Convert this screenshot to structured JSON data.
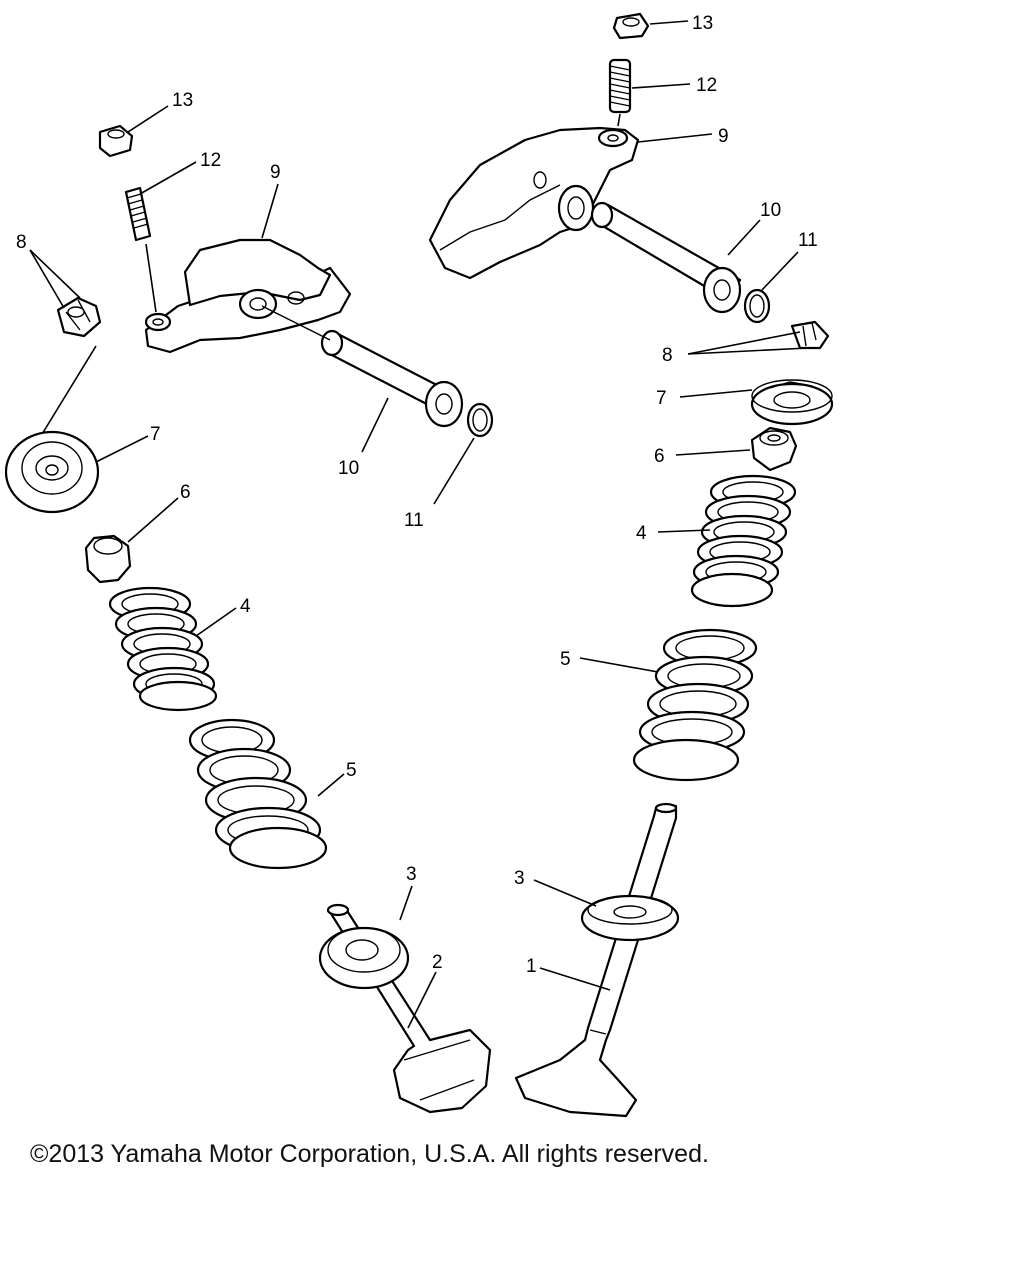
{
  "labels": {
    "l13_right": "13",
    "l12_right": "12",
    "l9_right": "9",
    "l10_right": "10",
    "l11_right": "11",
    "l8_right": "8",
    "l7_right": "7",
    "l6_right": "6",
    "l4_right": "4",
    "l5_right": "5",
    "l3_right": "3",
    "l1": "1",
    "l13_left": "13",
    "l12_left": "12",
    "l9_left": "9",
    "l8_left": "8",
    "l7_left": "7",
    "l10_left": "10",
    "l11_left": "11",
    "l6_left": "6",
    "l4_left": "4",
    "l5_left": "5",
    "l3_left": "3",
    "l2": "2"
  },
  "copyright": "©2013 Yamaha Motor Corporation, U.S.A. All rights reserved."
}
